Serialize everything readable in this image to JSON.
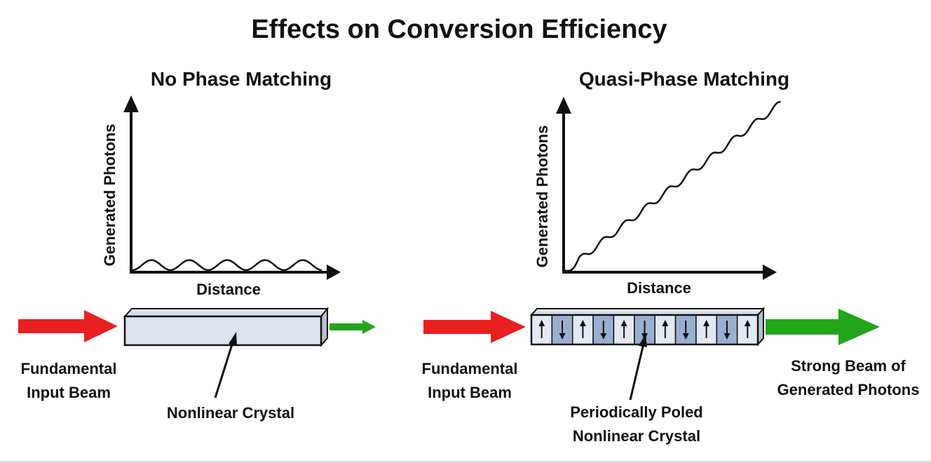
{
  "title": "Effects on Conversion Efficiency",
  "left_panel": {
    "heading": "No Phase Matching",
    "graph": {
      "y_axis_label": "Generated Photons",
      "x_axis_label": "Distance",
      "curve": "low-oscillation"
    },
    "input_beam": {
      "label_line1": "Fundamental",
      "label_line2": "Input Beam",
      "color": "#e82020"
    },
    "output_beam": {
      "color": "#22a51a",
      "strength": "weak"
    },
    "crystal": {
      "label": "Nonlinear Crystal",
      "color": "#dde3ec"
    }
  },
  "right_panel": {
    "heading": "Quasi-Phase Matching",
    "graph": {
      "y_axis_label": "Generated Photons",
      "x_axis_label": "Distance",
      "curve": "rising-staircase"
    },
    "input_beam": {
      "label_line1": "Fundamental",
      "label_line2": "Input Beam",
      "color": "#e82020"
    },
    "output_beam": {
      "label_line1": "Strong Beam of",
      "label_line2": "Generated Photons",
      "color": "#22a51a",
      "strength": "strong"
    },
    "crystal": {
      "label_line1": "Periodically Poled",
      "label_line2": "Nonlinear Crystal",
      "light_color": "#e3e9f3",
      "dark_color": "#9aafd0",
      "domains": [
        "up",
        "down",
        "up",
        "down",
        "up",
        "down",
        "up",
        "down",
        "up",
        "down",
        "up"
      ]
    }
  }
}
